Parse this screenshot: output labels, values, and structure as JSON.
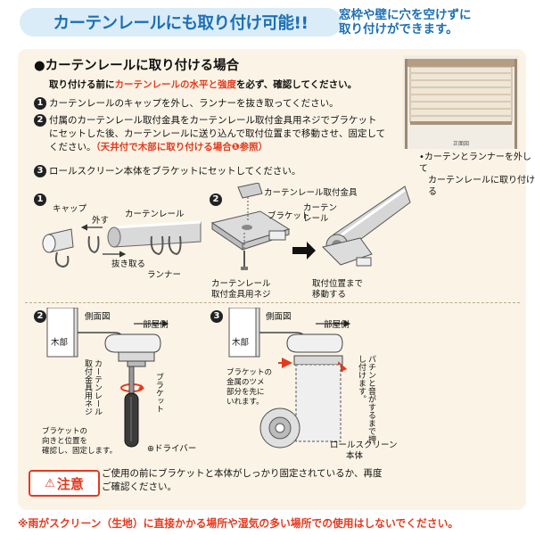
{
  "header": {
    "title": "カーテンレールにも取り付け可能!!",
    "note_line1": "窓枠や壁に穴を空けずに",
    "note_line2": "取り付けができます。"
  },
  "section": {
    "heading": "●カーテンレールに取り付ける場合",
    "intro_pre": "取り付ける前に",
    "intro_red": "カーテンレールの水平と強度",
    "intro_post": "を必ず、確認してください。",
    "steps": [
      {
        "num": "1",
        "text": "カーテンレールのキャップを外し、ランナーを抜き取ってください。"
      },
      {
        "num": "2",
        "text_line1": "付属のカーテンレール取付金具をカーテンレール取付金具用ネジでブラケット",
        "text_line2": "にセットした後、カーテンレールに送り込んで取付位置まで移動させ、固定して",
        "text_line3_pre": "ください。",
        "text_line3_red": "（天井付で木部に取り付ける場合❶参照）"
      },
      {
        "num": "3",
        "text": "ロールスクリーン本体をブラケットにセットしてください。"
      }
    ]
  },
  "photo": {
    "front_label": "正面図",
    "caption_line1": "•カーテンとランナーを外して",
    "caption_line2": "カーテンレールに取り付ける"
  },
  "diagram1": {
    "num": "1",
    "cap": "キャップ",
    "remove": "外す",
    "rail": "カーテンレール",
    "pull_out": "抜き取る",
    "runner": "ランナー"
  },
  "diagram2": {
    "num": "2",
    "fitting": "カーテンレール取付金具",
    "bracket": "ブラケット",
    "rail_line1": "カーテン",
    "rail_line2": "レール",
    "screw_line1": "カーテンレール",
    "screw_line2": "取付金具用ネジ",
    "move_line1": "取付位置まで",
    "move_line2": "移動する"
  },
  "diagram3": {
    "num": "2",
    "side_view": "側面図",
    "room_side": "部屋側",
    "wood": "木部",
    "screw_label": "カーテンレール取付金具用ネジ",
    "bracket": "ブラケット",
    "driver": "⊕ドライバー",
    "note_line1": "ブラケットの",
    "note_line2": "向きと位置を",
    "note_line3": "確認し、固定します。"
  },
  "diagram4": {
    "num": "3",
    "side_view": "側面図",
    "room_side": "部屋側",
    "wood": "木部",
    "claw_line1": "ブラケットの",
    "claw_line2": "金属のツメ",
    "claw_line3": "部分を先に",
    "claw_line4": "いれます。",
    "snap": "パチンと音がするまで押し付けます。",
    "body_line1": "ロールスクリーン",
    "body_line2": "本体"
  },
  "caution": {
    "label": "注意",
    "text_line1": "ご使用の前にブラケットと本体がしっかり固定されているか、再度",
    "text_line2": "ご確認ください。"
  },
  "footer": {
    "text": "※雨がスクリーン（生地）に直接かかる場所や湿気の多い場所での使用はしないでください。"
  },
  "colors": {
    "accent_blue": "#1d6fb4",
    "accent_red": "#e33a1f",
    "panel_beige": "#fbf4e6",
    "header_bg": "#d9ecf8"
  }
}
